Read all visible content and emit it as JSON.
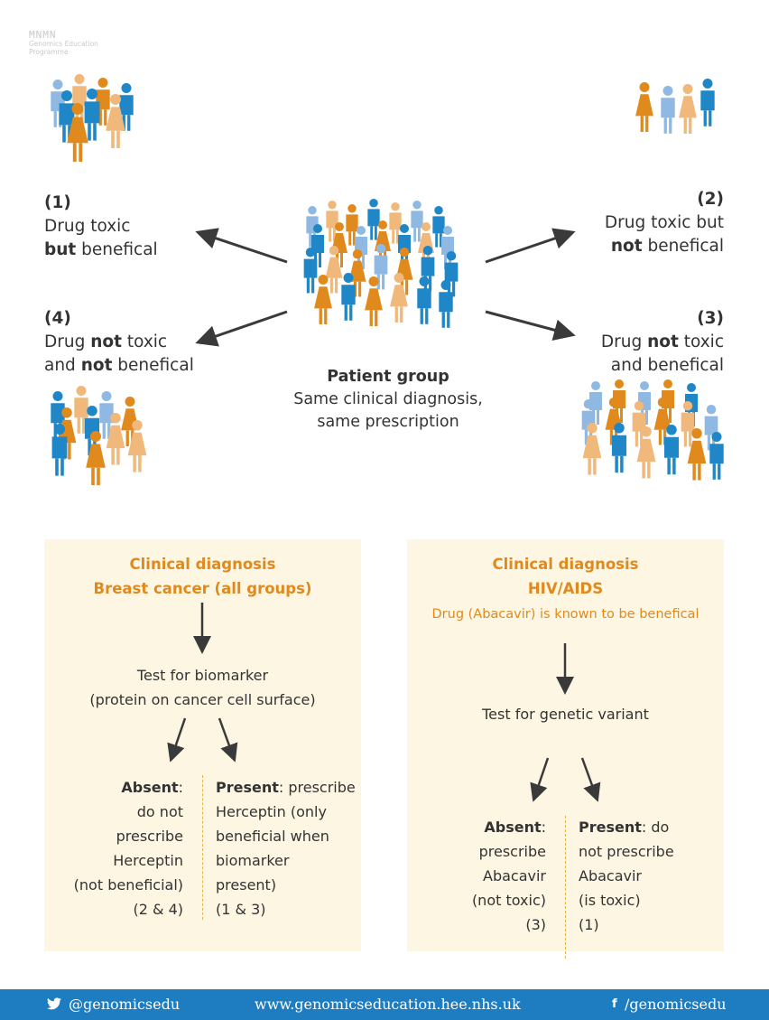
{
  "logo": {
    "mark": "MNMN",
    "text": "Genomics Education Programme"
  },
  "groups": {
    "g1": {
      "num": "(1)",
      "pre": "Drug toxic",
      "bold1": "but",
      "post": " benefical"
    },
    "g2": {
      "num": "(2)",
      "line1": "Drug toxic but",
      "bold1": "not",
      "post": " benefical"
    },
    "g3": {
      "num": "(3)",
      "pre": "Drug ",
      "bold1": "not",
      "mid": " toxic",
      "line2": "and benefical"
    },
    "g4": {
      "num": "(4)",
      "pre": "Drug ",
      "bold1": "not",
      "mid": " toxic",
      "pre2": "and ",
      "bold2": "not",
      "post2": " benefical"
    }
  },
  "center": {
    "title": "Patient group",
    "line1": "Same clinical diagnosis,",
    "line2": "same prescription"
  },
  "left_panel": {
    "heading1": "Clinical diagnosis",
    "heading2": "Breast cancer (all groups)",
    "test1": "Test for biomarker",
    "test2": "(protein on cancer cell surface)",
    "absent_label": "Absent",
    "absent_lines": [
      ": ",
      "do not",
      "prescribe",
      "Herceptin",
      "(not beneficial)",
      "(2 & 4)"
    ],
    "present_label": "Present",
    "present_lines": [
      ": prescribe",
      "Herceptin (only",
      "beneficial when",
      "biomarker",
      "present)",
      "(1 & 3)"
    ]
  },
  "right_panel": {
    "heading1": "Clinical diagnosis",
    "heading2": "HIV/AIDS",
    "note": "Drug (Abacavir) is known to be benefical",
    "test1": "Test for genetic variant",
    "absent_label": "Absent",
    "absent_lines": [
      ":",
      "prescribe",
      "Abacavir",
      "(not toxic)",
      "(3)"
    ],
    "present_label": "Present",
    "present_lines": [
      ": do",
      "not prescribe",
      "Abacavir",
      "(is toxic)",
      "(1)"
    ]
  },
  "footer": {
    "twitter": "@genomicsedu",
    "url": "www.genomicseducation.hee.nhs.uk",
    "facebook": "/genomicsedu"
  },
  "colors": {
    "orange": "#e08a1e",
    "light_orange": "#f0b87a",
    "blue": "#1f86c8",
    "light_blue": "#8fb9e3",
    "panel": "#fdf6e3",
    "footer": "#1e7dc1"
  }
}
